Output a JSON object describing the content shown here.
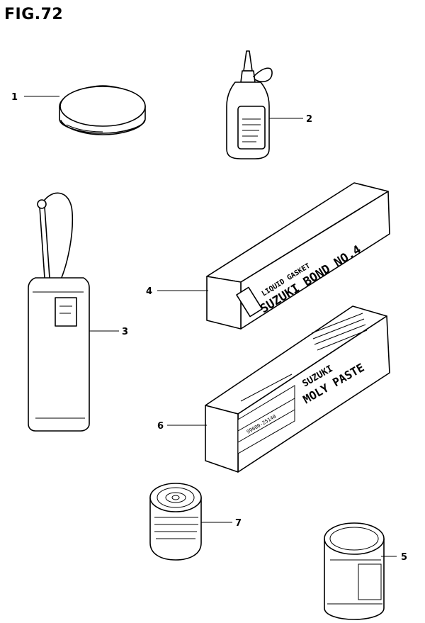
{
  "figure": {
    "title": "FIG.72"
  },
  "callouts": [
    {
      "id": "1",
      "label": "1"
    },
    {
      "id": "2",
      "label": "2"
    },
    {
      "id": "3",
      "label": "3"
    },
    {
      "id": "4",
      "label": "4"
    },
    {
      "id": "5",
      "label": "5"
    },
    {
      "id": "6",
      "label": "6"
    },
    {
      "id": "7",
      "label": "7"
    }
  ],
  "parts": {
    "bond": {
      "line1": "LIQUID GASKET",
      "line2": "SUZUKI BOND NO.4"
    },
    "moly": {
      "line1": "SUZUKI",
      "line2": "MOLY PASTE",
      "part_no": "99000-25140"
    }
  }
}
